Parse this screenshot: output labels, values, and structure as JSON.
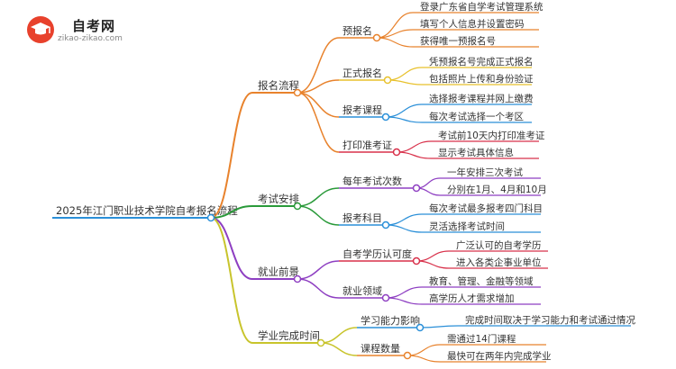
{
  "logo": {
    "name": "自考网",
    "url": "zikao-zikao.com",
    "icon": "graduation-cap-icon"
  },
  "mindmap": {
    "root": "2025年江门职业技术学院自考报名流程",
    "branches": [
      {
        "label": "报名流程",
        "color": "#e8822c",
        "children": [
          {
            "label": "预报名",
            "color": "#e8822c",
            "leaves": [
              "登录广东省自学考试管理系统",
              "填写个人信息并设置密码",
              "获得唯一预报名号"
            ]
          },
          {
            "label": "正式报名",
            "color": "#e8c12c",
            "leaves": [
              "凭预报名号完成正式报名",
              "包括照片上传和身份验证"
            ]
          },
          {
            "label": "报考课程",
            "color": "#2a8fd8",
            "leaves": [
              "选择报考课程并网上缴费",
              "每次考试选择一个考区"
            ]
          },
          {
            "label": "打印准考证",
            "color": "#d8304a",
            "leaves": [
              "考试前10天内打印准考证",
              "显示考试具体信息"
            ]
          }
        ]
      },
      {
        "label": "考试安排",
        "color": "#2a9a3a",
        "children": [
          {
            "label": "每年考试次数",
            "color": "#8e3fc2",
            "leaves": [
              "一年安排三次考试",
              "分别在1月、4月和10月"
            ]
          },
          {
            "label": "报考科目",
            "color": "#2a8fd8",
            "leaves": [
              "每次考试最多报考四门科目",
              "灵活选择考试时间"
            ]
          }
        ]
      },
      {
        "label": "就业前景",
        "color": "#8e3fc2",
        "children": [
          {
            "label": "自考学历认可度",
            "color": "#d8304a",
            "leaves": [
              "广泛认可的自考学历",
              "进入各类企事业单位"
            ]
          },
          {
            "label": "就业领域",
            "color": "#8e3fc2",
            "leaves": [
              "教育、管理、金融等领域",
              "高学历人才需求增加"
            ]
          }
        ]
      },
      {
        "label": "学业完成时间",
        "color": "#c8c42c",
        "children": [
          {
            "label": "学习能力影响",
            "color": "#2a8fd8",
            "leaves": [
              "完成时间取决于学习能力和考试通过情况"
            ]
          },
          {
            "label": "课程数量",
            "color": "#e8822c",
            "leaves": [
              "需通过14门课程",
              "最快可在两年内完成学业"
            ]
          }
        ]
      }
    ]
  }
}
